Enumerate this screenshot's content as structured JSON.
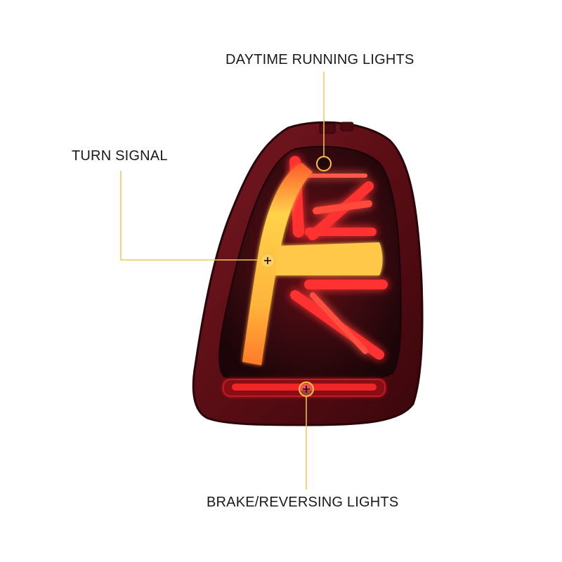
{
  "callouts": {
    "daytime_running_lights": "DAYTIME RUNNING LIGHTS",
    "turn_signal": "TURN SIGNAL",
    "brake_reversing_lights": "BRAKE/REVERSING LIGHTS"
  },
  "colors": {
    "leader_line": "#f2c94c",
    "marker_ring": "#f5c542",
    "lamp_housing": "#5a0d14",
    "lamp_lens": "#2a0a0e",
    "led_red": "#ff2a2a",
    "led_amber": "#ffd23a"
  }
}
